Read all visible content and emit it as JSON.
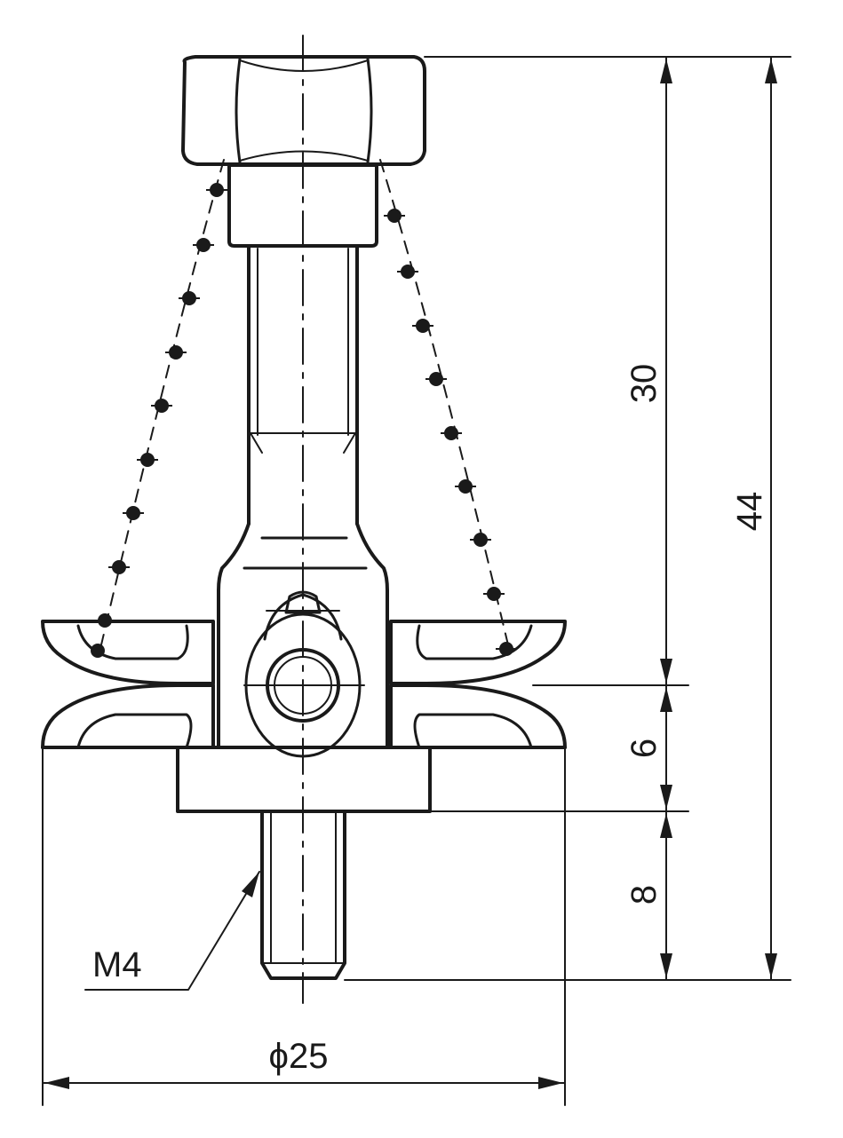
{
  "drawing": {
    "ink_color": "#1a1a1a",
    "background": "#ffffff",
    "dimensions": {
      "height_30": "30",
      "height_44": "44",
      "height_6": "6",
      "height_8": "8",
      "diameter": "ϕ25"
    },
    "labels": {
      "thread": "M4"
    }
  }
}
